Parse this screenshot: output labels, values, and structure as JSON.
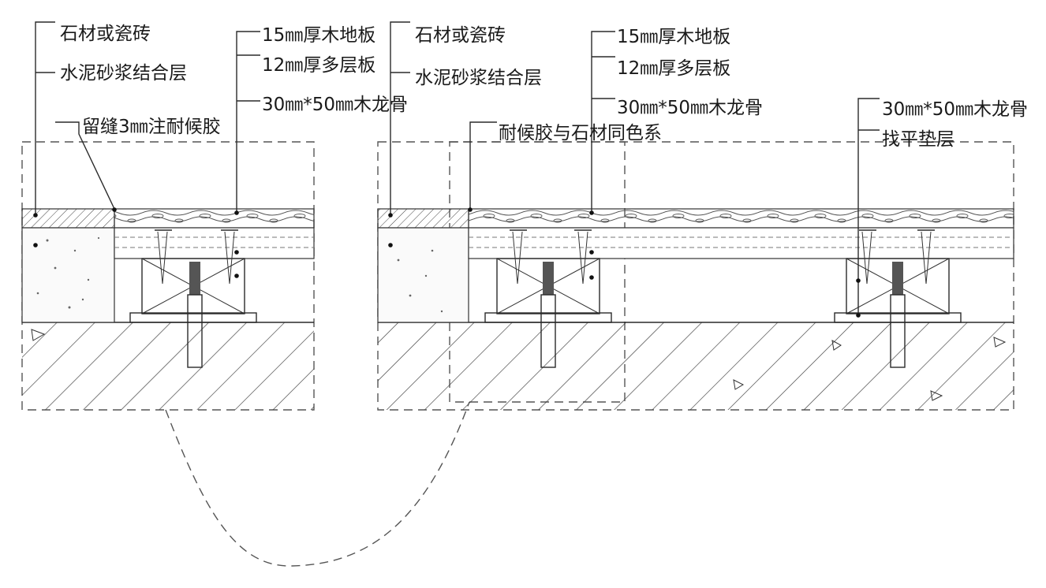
{
  "left_detail": {
    "labels": {
      "stone_tile": "石材或瓷砖",
      "mortar_layer": "水泥砂浆结合层",
      "gap_sealant": "留缝3㎜注耐候胶",
      "wood_floor": "15㎜厚木地板",
      "plywood": "12㎜厚多层板",
      "joist": "30㎜*50㎜木龙骨"
    }
  },
  "right_detail": {
    "labels": {
      "stone_tile": "石材或瓷砖",
      "mortar_layer": "水泥砂浆结合层",
      "sealant_color": "耐候胶与石材同色系",
      "wood_floor": "15㎜厚木地板",
      "plywood": "12㎜厚多层板",
      "joist": "30㎜*50㎜木龙骨",
      "joist_far": "30㎜*50㎜木龙骨",
      "leveling_layer": "找平垫层"
    }
  }
}
